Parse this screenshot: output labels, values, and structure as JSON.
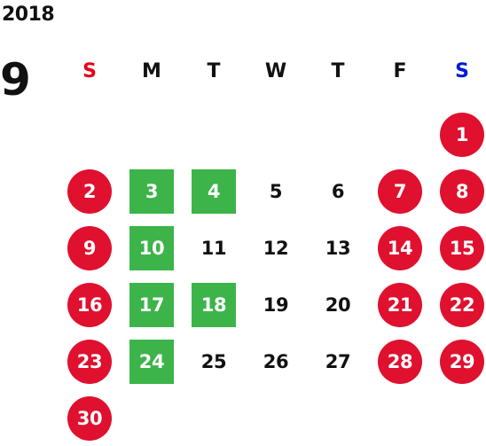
{
  "calendar": {
    "year": "2018",
    "month": "9",
    "weekdays": [
      {
        "label": "S",
        "color": "#e8001c"
      },
      {
        "label": "M",
        "color": "#111111"
      },
      {
        "label": "T",
        "color": "#111111"
      },
      {
        "label": "W",
        "color": "#111111"
      },
      {
        "label": "T",
        "color": "#111111"
      },
      {
        "label": "F",
        "color": "#111111"
      },
      {
        "label": "S",
        "color": "#0018d8"
      }
    ],
    "first_weekday": 6,
    "days": [
      {
        "day": "1",
        "type": "holiday"
      },
      {
        "day": "2",
        "type": "holiday"
      },
      {
        "day": "3",
        "type": "event"
      },
      {
        "day": "4",
        "type": "event"
      },
      {
        "day": "5",
        "type": "normal"
      },
      {
        "day": "6",
        "type": "normal"
      },
      {
        "day": "7",
        "type": "holiday"
      },
      {
        "day": "8",
        "type": "holiday"
      },
      {
        "day": "9",
        "type": "holiday"
      },
      {
        "day": "10",
        "type": "event"
      },
      {
        "day": "11",
        "type": "normal"
      },
      {
        "day": "12",
        "type": "normal"
      },
      {
        "day": "13",
        "type": "normal"
      },
      {
        "day": "14",
        "type": "holiday"
      },
      {
        "day": "15",
        "type": "holiday"
      },
      {
        "day": "16",
        "type": "holiday"
      },
      {
        "day": "17",
        "type": "event"
      },
      {
        "day": "18",
        "type": "event"
      },
      {
        "day": "19",
        "type": "normal"
      },
      {
        "day": "20",
        "type": "normal"
      },
      {
        "day": "21",
        "type": "holiday"
      },
      {
        "day": "22",
        "type": "holiday"
      },
      {
        "day": "23",
        "type": "holiday"
      },
      {
        "day": "24",
        "type": "event"
      },
      {
        "day": "25",
        "type": "normal"
      },
      {
        "day": "26",
        "type": "normal"
      },
      {
        "day": "27",
        "type": "normal"
      },
      {
        "day": "28",
        "type": "holiday"
      },
      {
        "day": "29",
        "type": "holiday"
      },
      {
        "day": "30",
        "type": "holiday"
      }
    ]
  },
  "colors": {
    "holiday": "#e0102f",
    "event": "#3cb44a",
    "text": "#111111"
  }
}
